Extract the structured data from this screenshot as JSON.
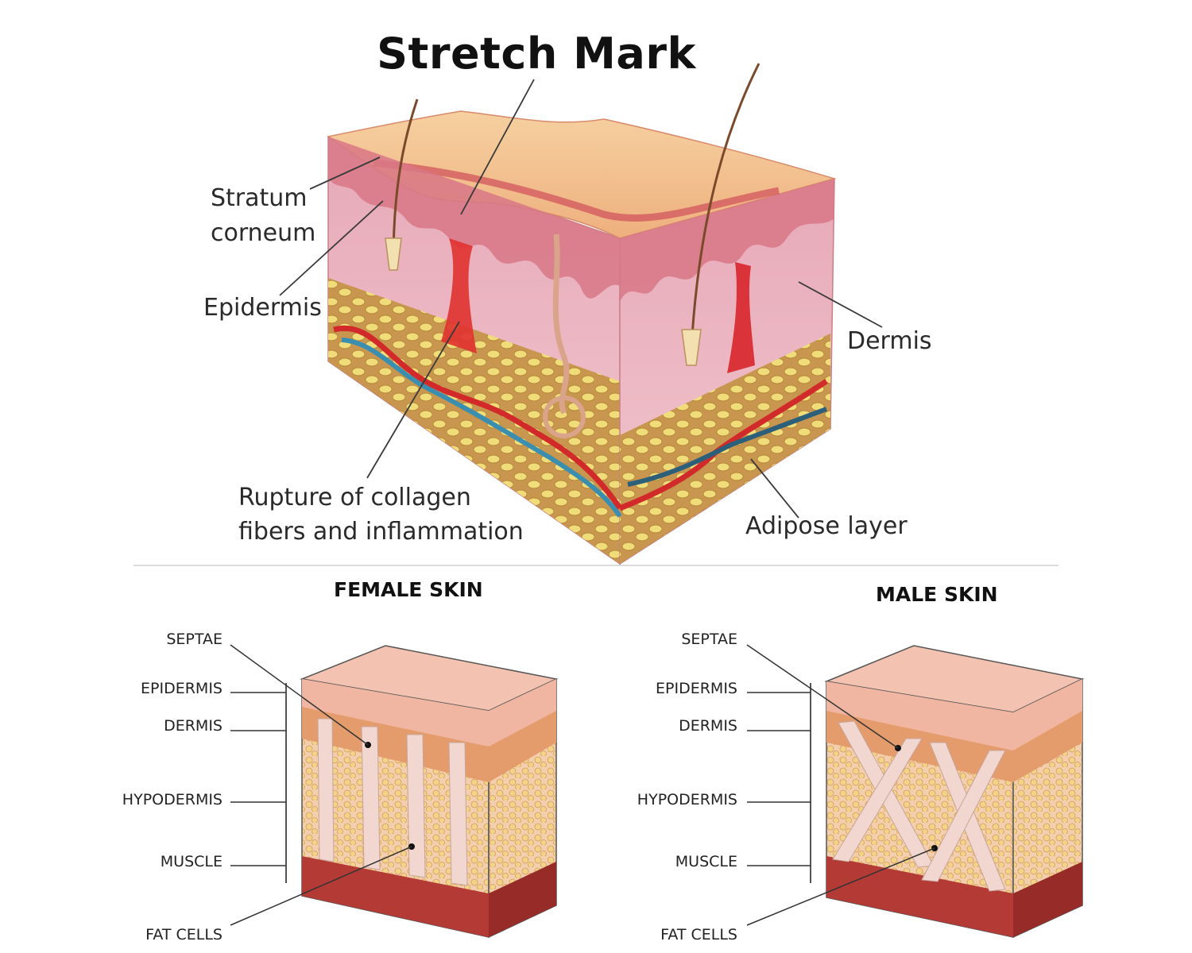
{
  "title": "Stretch Mark",
  "top_labels": {
    "stratum_corneum_line1": "Stratum",
    "stratum_corneum_line2": "corneum",
    "epidermis": "Epidermis",
    "dermis": "Dermis",
    "rupture_line1": "Rupture of collagen",
    "rupture_line2": "fibers and inflammation",
    "adipose": "Adipose layer"
  },
  "female": {
    "title": "FEMALE SKIN",
    "labels": {
      "septae": "SEPTAE",
      "epidermis": "EPIDERMIS",
      "dermis": "DERMIS",
      "hypodermis": "HYPODERMIS",
      "muscle": "MUSCLE",
      "fat_cells": "FAT CELLS"
    }
  },
  "male": {
    "title": "MALE SKIN",
    "labels": {
      "septae": "SEPTAE",
      "epidermis": "EPIDERMIS",
      "dermis": "DERMIS",
      "hypodermis": "HYPODERMIS",
      "muscle": "MUSCLE",
      "fat_cells": "FAT CELLS"
    }
  },
  "colors": {
    "skin_surface": "#f3c48e",
    "epidermis_pink": "#e9a4b3",
    "dermis": "#f3c5cb",
    "adipose": "#c9964f",
    "fat_cell": "#f1dc7a",
    "artery": "#d22a2a",
    "vein": "#3a8fb0",
    "muscle": "#b33a35"
  }
}
